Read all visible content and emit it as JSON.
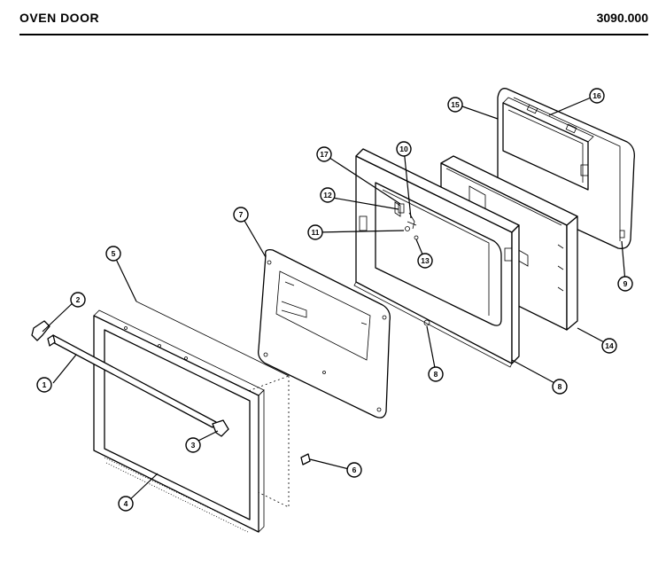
{
  "header": {
    "title": "OVEN DOOR",
    "code": "3090.000"
  },
  "callouts": [
    {
      "id": "c1",
      "label": "1"
    },
    {
      "id": "c2",
      "label": "2"
    },
    {
      "id": "c3",
      "label": "3"
    },
    {
      "id": "c4",
      "label": "4"
    },
    {
      "id": "c5",
      "label": "5"
    },
    {
      "id": "c6",
      "label": "6"
    },
    {
      "id": "c7",
      "label": "7"
    },
    {
      "id": "c8a",
      "label": "8"
    },
    {
      "id": "c8b",
      "label": "8"
    },
    {
      "id": "c9",
      "label": "9"
    },
    {
      "id": "c10",
      "label": "10"
    },
    {
      "id": "c11",
      "label": "11"
    },
    {
      "id": "c12",
      "label": "12"
    },
    {
      "id": "c13",
      "label": "13"
    },
    {
      "id": "c14",
      "label": "14"
    },
    {
      "id": "c15",
      "label": "15"
    },
    {
      "id": "c16",
      "label": "16"
    },
    {
      "id": "c17",
      "label": "17"
    }
  ]
}
